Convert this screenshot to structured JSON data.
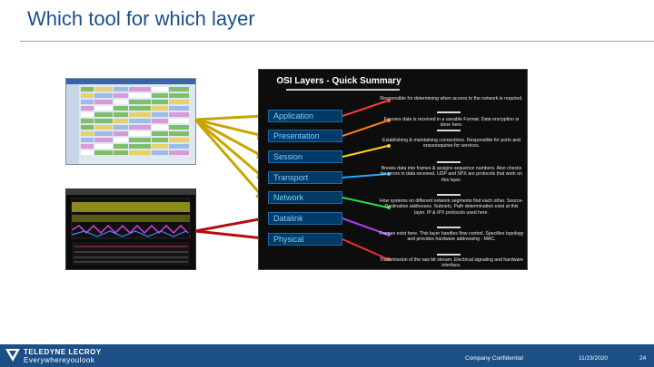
{
  "slide": {
    "title": "Which tool for which layer"
  },
  "osi_panel": {
    "title": "OSI Layers - Quick Summary",
    "layers": [
      {
        "name": "Application",
        "color": "#ff3b3b"
      },
      {
        "name": "Presentation",
        "color": "#ff7b1c"
      },
      {
        "name": "Session",
        "color": "#ffd01c"
      },
      {
        "name": "Transport",
        "color": "#2aa6ff"
      },
      {
        "name": "Network",
        "color": "#2bdc4a"
      },
      {
        "name": "Datalink",
        "color": "#b23cff"
      },
      {
        "name": "Physical",
        "color": "#f02c2c"
      }
    ],
    "descriptions": [
      "Responsible for determining when access to the network is required.",
      "Ensures data is received in a useable Format. Data encryption is done here.",
      "Establishing & maintaining connections. Responsible for ports and ensuresquires for services.",
      "Breaks data into frames & assigns sequence numbers. Also checks for errors in data received. UDP and SPX are protocols that work on this layer.",
      "How systems on different network segments find each other. Source-Destination addresses. Subnets, Path determination exist at this layer. IP & IPX protocols used here.",
      "Frames exist here. This layer handles flow control. Specifies topology and provides hardware addressing - MAC.",
      "Transmission of the raw bit stream. Electrical signaling and hardware interface."
    ]
  },
  "footer": {
    "brand_line1": "TELEDYNE LECROY",
    "brand_line2": "Everywhereyoulook",
    "confidential": "Company Confidential",
    "date": "11/23/2020",
    "page": "24",
    "bg_color": "#1c4f86"
  }
}
